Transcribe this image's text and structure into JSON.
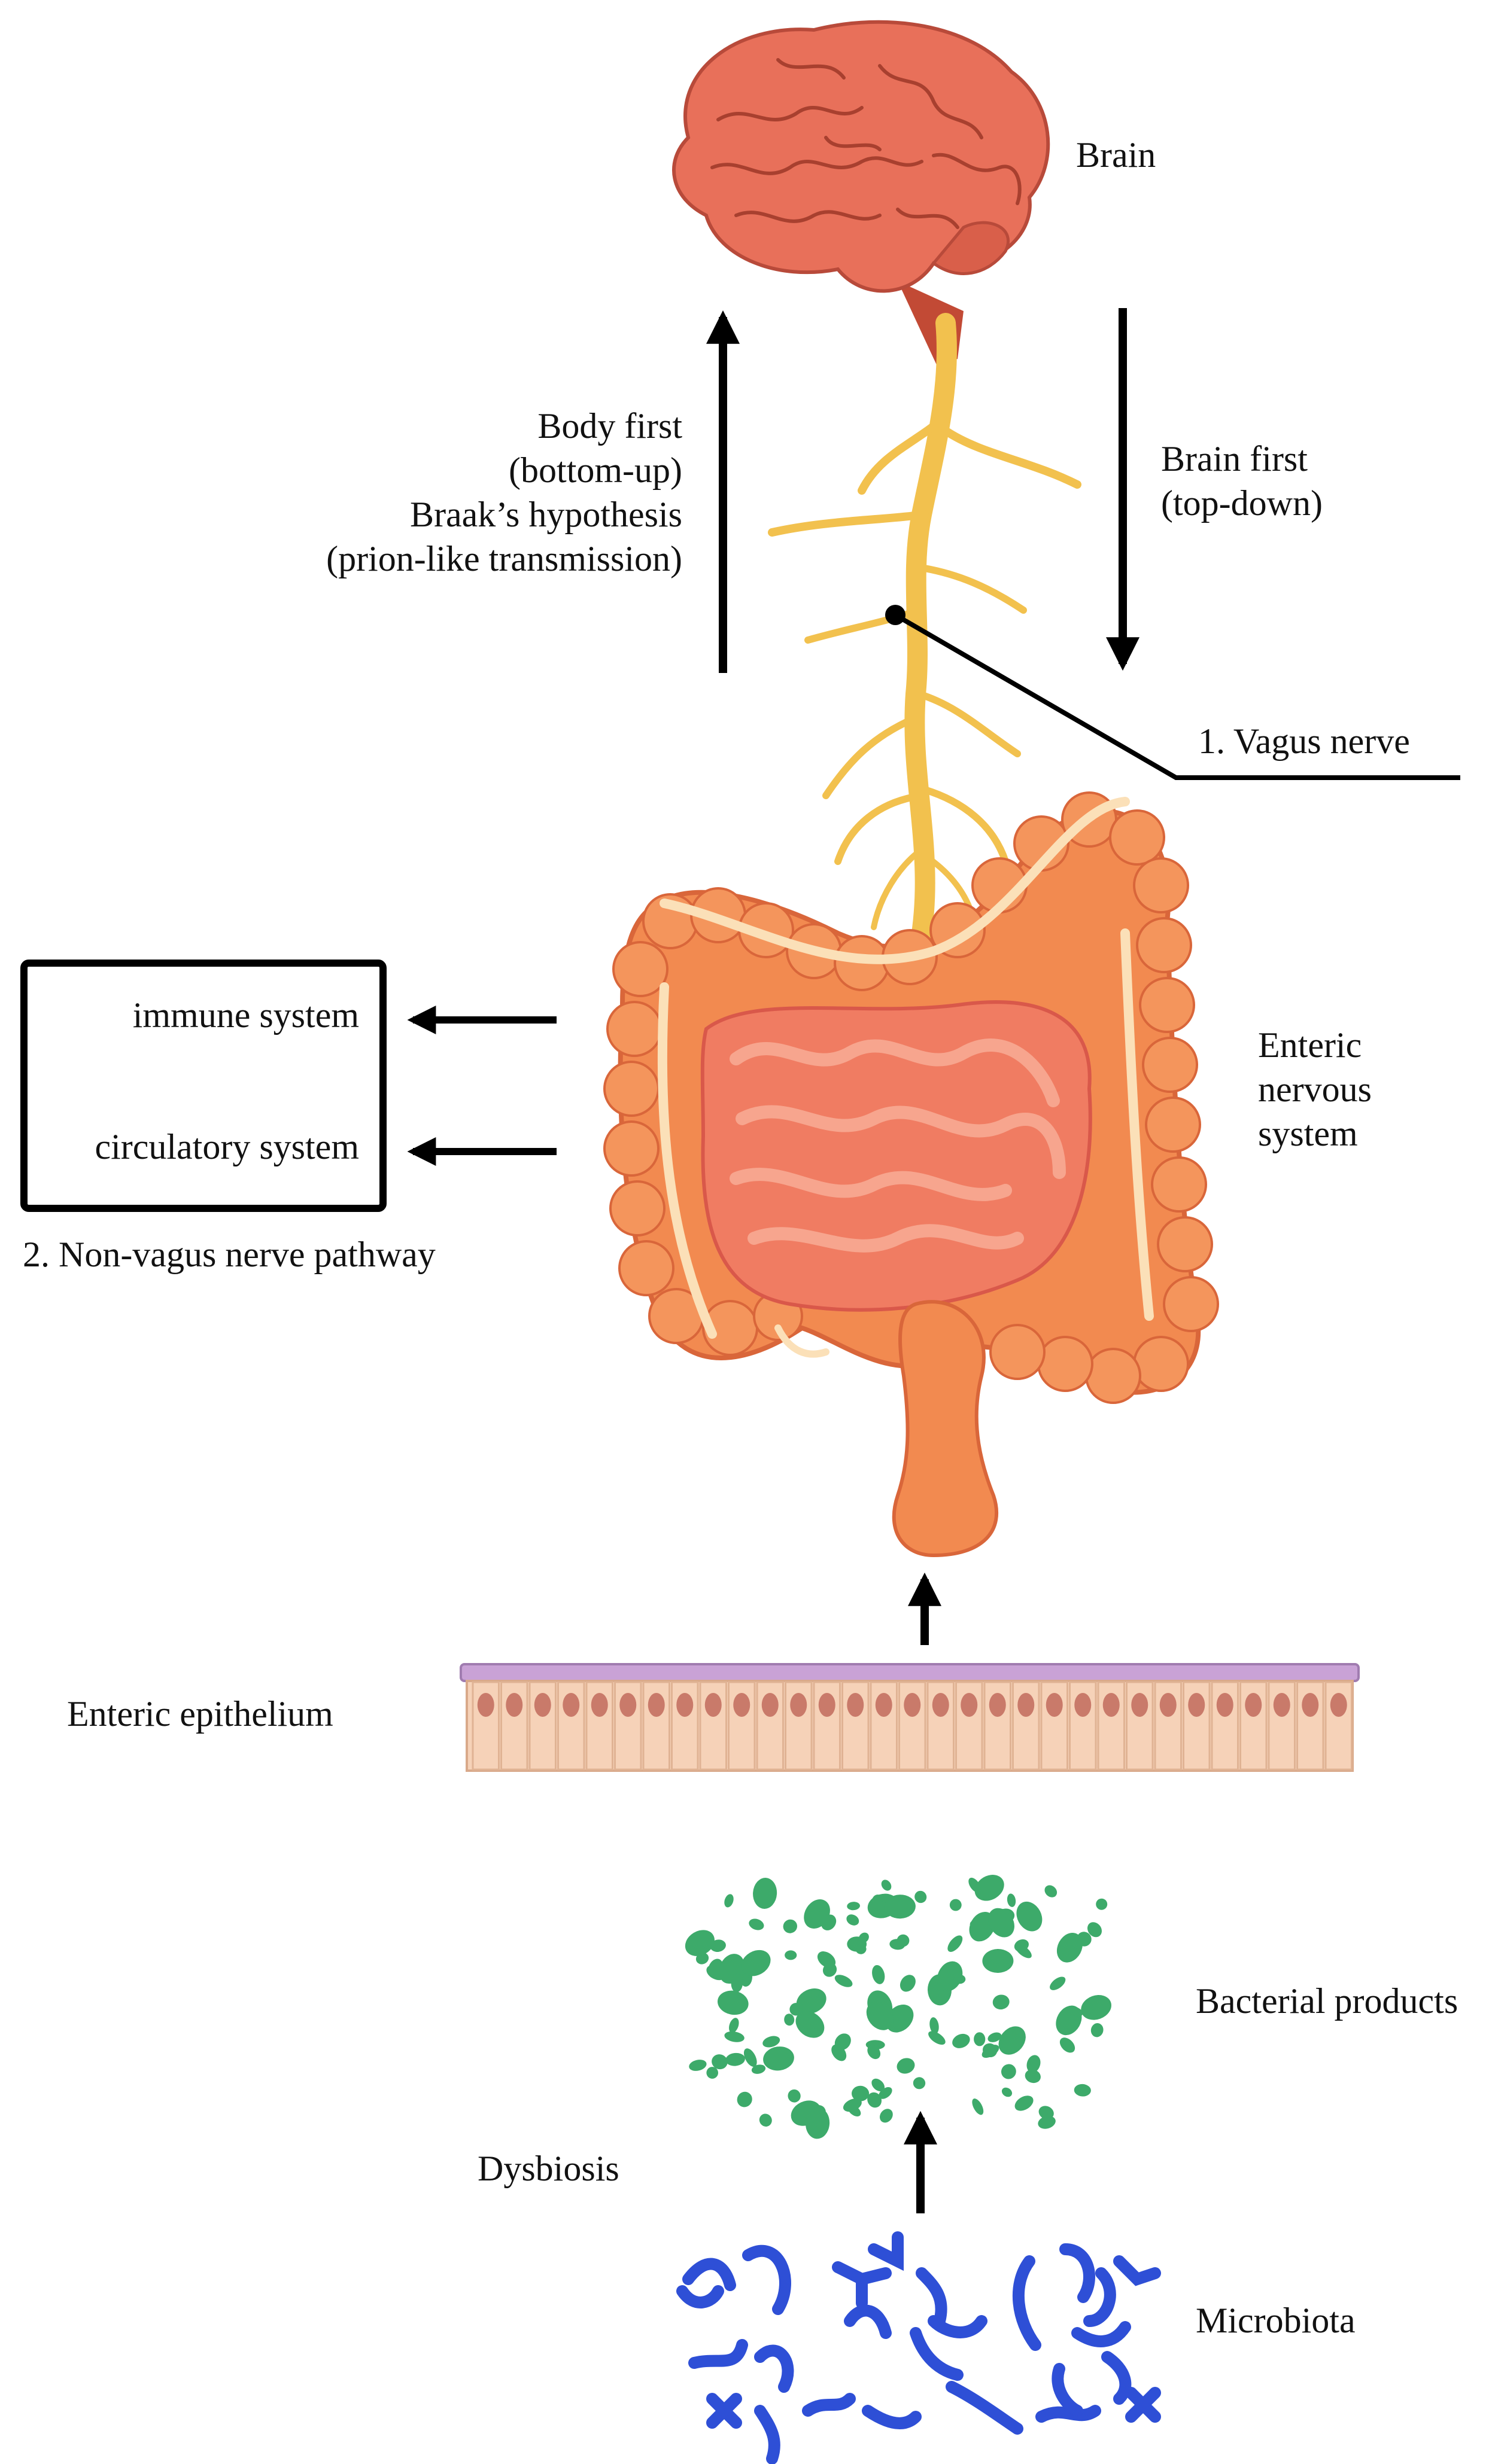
{
  "labels": {
    "brain": "Brain",
    "body_first": [
      "Body first",
      "(bottom-up)",
      "Braak’s hypothesis",
      "(prion-like transmission)"
    ],
    "brain_first": [
      "Brain first",
      "(top-down)"
    ],
    "vagus_nerve": "1. Vagus nerve",
    "immune_system": "immune system",
    "circulatory_system": "circulatory system",
    "non_vagus_pathway": "2.  Non-vagus nerve pathway",
    "enteric_nervous_system": [
      "Enteric",
      "nervous",
      "system"
    ],
    "enteric_epithelium": "Enteric epithelium",
    "bacterial_products": "Bacterial products",
    "dysbiosis": "Dysbiosis",
    "microbiota": "Microbiota"
  },
  "colors": {
    "brain": "#e8705a",
    "brain_dark": "#b84a3a",
    "nerve": "#f2c14e",
    "colon": "#f28a50",
    "colon_dark": "#d9663a",
    "small_intestine": "#f07c62",
    "epithelium_top": "#c9a2d6",
    "epithelium_cell": "#f6d2b8",
    "nucleus": "#c97a6a",
    "bacterial_products": "#3daa6a",
    "microbiota": "#2e4fd6",
    "arrow": "#000000"
  },
  "icons": [
    "brain-illustration",
    "vagus-nerve-illustration",
    "intestine-illustration",
    "epithelium-illustration",
    "bacterial-products-illustration",
    "microbiota-illustration"
  ]
}
